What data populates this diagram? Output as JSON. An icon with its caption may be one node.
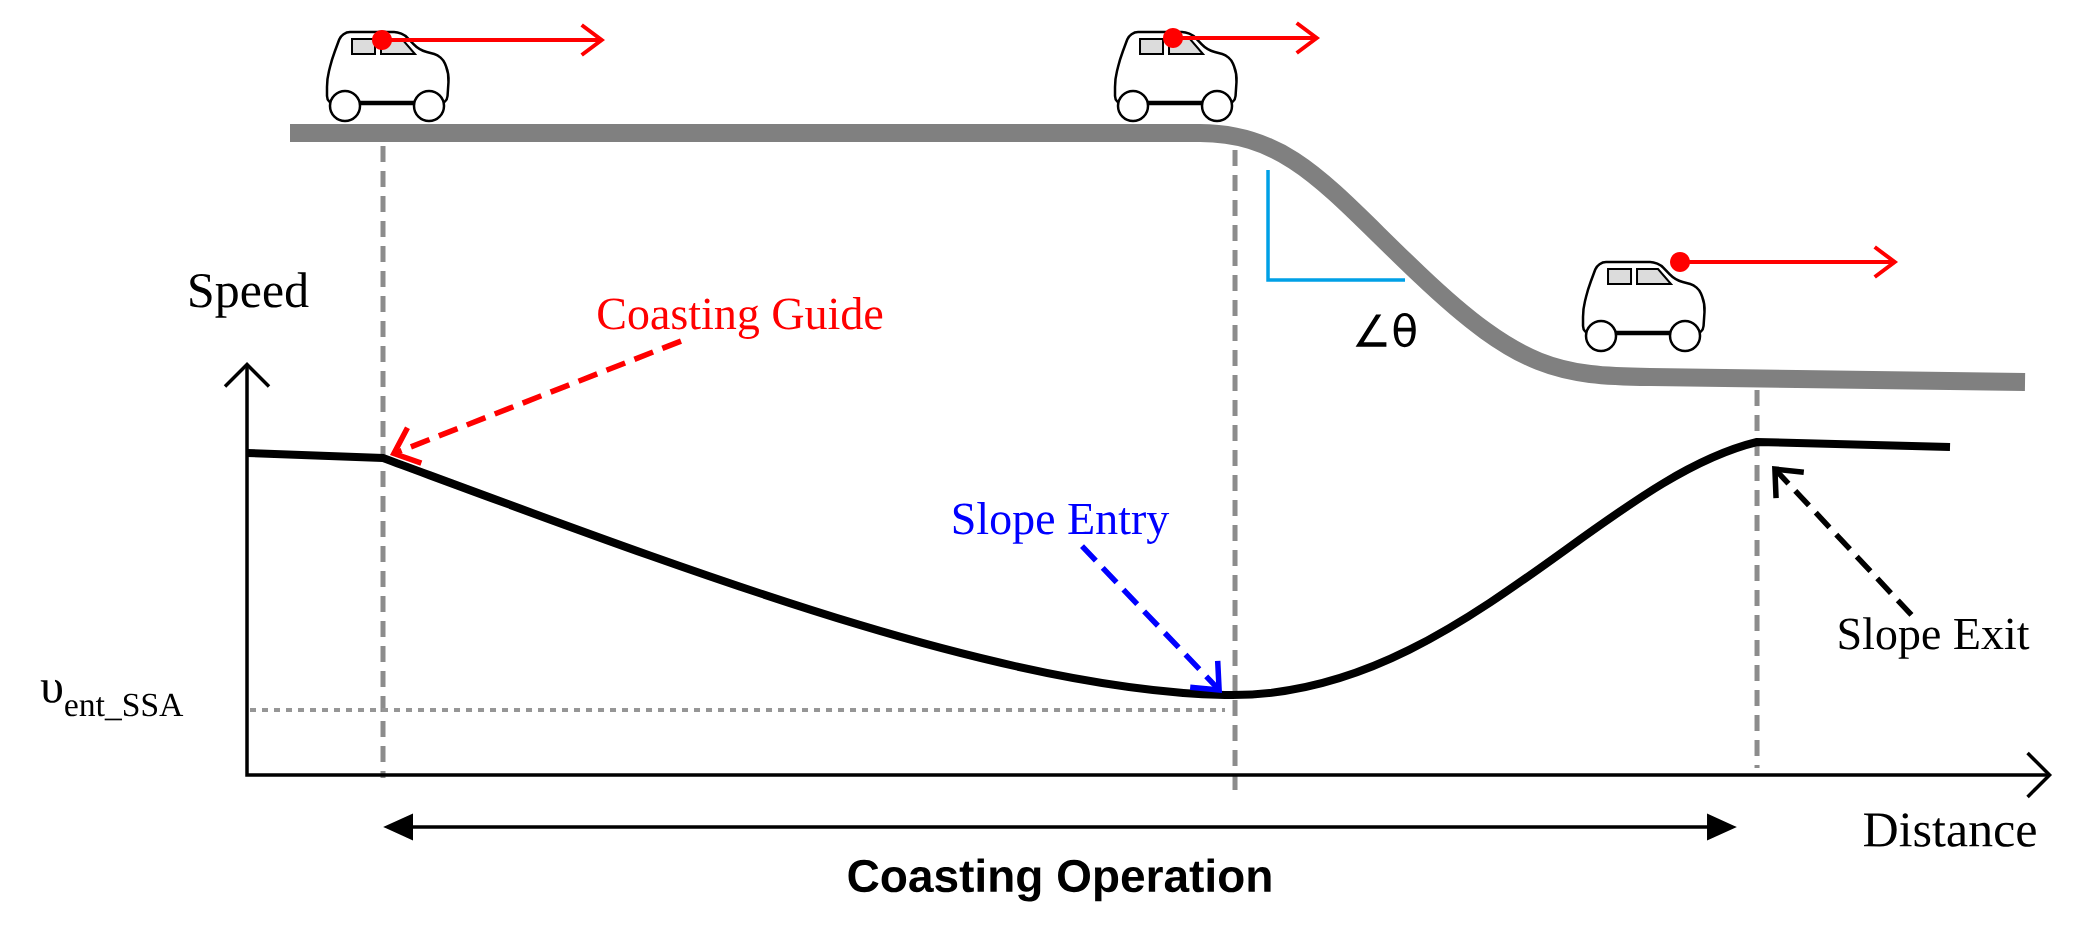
{
  "diagram": {
    "nodes": [
      {
        "text": [
          "Coasting Guide"
        ]
      },
      {
        "text": [
          "Slope Entry"
        ]
      },
      {
        "text": [
          "Slope Exit"
        ]
      }
    ],
    "edges": [
      {
        "from": 0,
        "to": null,
        "arrow": "to",
        "style": "dashed",
        "color": "#ff0000"
      },
      {
        "from": 1,
        "to": null,
        "arrow": "to",
        "style": "dashed",
        "color": "#0000ff"
      },
      {
        "from": 2,
        "to": null,
        "arrow": "to",
        "style": "dashed",
        "color": "#000000"
      }
    ],
    "labels": [
      "Speed",
      "υ$_{ent_SSA}$",
      "∠θ",
      "Distance",
      "Coasting Operation"
    ]
  }
}
